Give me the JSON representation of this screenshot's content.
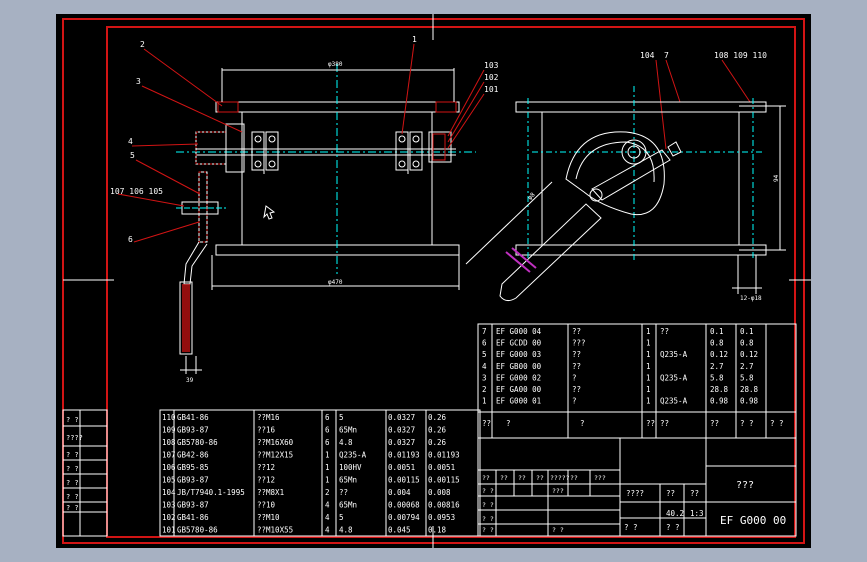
{
  "labels": {
    "l1": "1",
    "l2": "2",
    "l3": "3",
    "l4": "4",
    "l5": "5",
    "l6": "6",
    "l7": "7",
    "l101": "101",
    "l102": "102",
    "l103": "103",
    "l104": "104",
    "l105_107": "107 106 105",
    "l108_110": "108 109 110",
    "dim_top": "φ380",
    "dim_bottom": "φ470",
    "dim_height": "94",
    "dim_diag": "φ8",
    "dim_handle": "39",
    "dim_flange": "12-φ18"
  },
  "parts_top": [
    {
      "no": "7",
      "code": "EF G000 04",
      "name": "??",
      "qty": "1",
      "mat": "??",
      "unit": "0.1",
      "total": "0.1"
    },
    {
      "no": "6",
      "code": "EF GCDD 00",
      "name": "???",
      "qty": "1",
      "mat": "",
      "unit": "0.8",
      "total": "0.8"
    },
    {
      "no": "5",
      "code": "EF G000 03",
      "name": "??",
      "qty": "1",
      "mat": "Q235-A",
      "unit": "0.12",
      "total": "0.12"
    },
    {
      "no": "4",
      "code": "EF GB00 00",
      "name": "??",
      "qty": "1",
      "mat": "",
      "unit": "2.7",
      "total": "2.7"
    },
    {
      "no": "3",
      "code": "EF G000 02",
      "name": "?",
      "qty": "1",
      "mat": "Q235-A",
      "unit": "5.8",
      "total": "5.8"
    },
    {
      "no": "2",
      "code": "EF GA00 00",
      "name": "??",
      "qty": "1",
      "mat": "",
      "unit": "28.8",
      "total": "28.8"
    },
    {
      "no": "1",
      "code": "EF G000 01",
      "name": "?",
      "qty": "1",
      "mat": "Q235-A",
      "unit": "0.98",
      "total": "0.98"
    }
  ],
  "parts_top_header": [
    "??",
    "?",
    "?",
    "??",
    "??",
    "??",
    "?  ?",
    "? ?"
  ],
  "parts_left": [
    {
      "no": "110",
      "code": "GB41-86",
      "name": "??M16",
      "qty": "6",
      "mat": "5",
      "unit": "0.0327",
      "total": "0.26"
    },
    {
      "no": "109",
      "code": "GB93-87",
      "name": "??16",
      "qty": "6",
      "mat": "65Mn",
      "unit": "0.0327",
      "total": "0.26"
    },
    {
      "no": "108",
      "code": "GB5780-86",
      "name": "??M16X60",
      "qty": "6",
      "mat": "4.8",
      "unit": "0.0327",
      "total": "0.26"
    },
    {
      "no": "107",
      "code": "GB42-86",
      "name": "??M12X15",
      "qty": "1",
      "mat": "Q235-A",
      "unit": "0.01193",
      "total": "0.01193"
    },
    {
      "no": "106",
      "code": "GB95-85",
      "name": "??12",
      "qty": "1",
      "mat": "100HV",
      "unit": "0.0051",
      "total": "0.0051"
    },
    {
      "no": "105",
      "code": "GB93-87",
      "name": "??12",
      "qty": "1",
      "mat": "65Mn",
      "unit": "0.00115",
      "total": "0.00115"
    },
    {
      "no": "104",
      "code": "JB/T7940.1-1995",
      "name": "??M8X1",
      "qty": "2",
      "mat": "??",
      "unit": "0.004",
      "total": "0.008"
    },
    {
      "no": "103",
      "code": "GB93-87",
      "name": "??10",
      "qty": "4",
      "mat": "65Mn",
      "unit": "0.00068",
      "total": "0.00816"
    },
    {
      "no": "102",
      "code": "GB41-86",
      "name": "??M10",
      "qty": "4",
      "mat": "5",
      "unit": "0.00794",
      "total": "0.0953"
    },
    {
      "no": "101",
      "code": "GB5780-86",
      "name": "??M10X55",
      "qty": "4",
      "mat": "4.8",
      "unit": "0.045",
      "total": "0.18"
    }
  ],
  "left_panel": [
    "? ?",
    "????",
    "? ?",
    "? ?",
    "? ?",
    "? ?",
    "? ?"
  ],
  "title_block": {
    "name": "???",
    "code": "EF G000 00",
    "weight": "40.2",
    "scale": "1:3",
    "stage_label": "????",
    "weight_label": "??",
    "scale_label": "??",
    "sheet": "?   ?",
    "sheet2": "?   ?",
    "rev_cells": [
      "??",
      "??",
      "??",
      "??",
      "?????",
      "??",
      "???"
    ],
    "design_cells": [
      "? ?",
      "???",
      "? ?",
      "? ?",
      "? ?",
      "? ?"
    ]
  }
}
